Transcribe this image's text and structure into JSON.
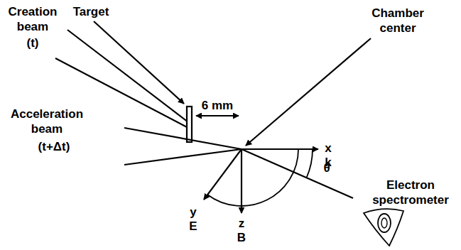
{
  "diagram": {
    "labels": [
      "Creation beam",
      "(t)",
      "Target",
      "Chamber center",
      "6 mm",
      "Acceleration beam",
      "(t+Δt)",
      "x",
      "k",
      "y",
      "E",
      "z",
      "B",
      "θ",
      "Electron spectrometer"
    ]
  }
}
